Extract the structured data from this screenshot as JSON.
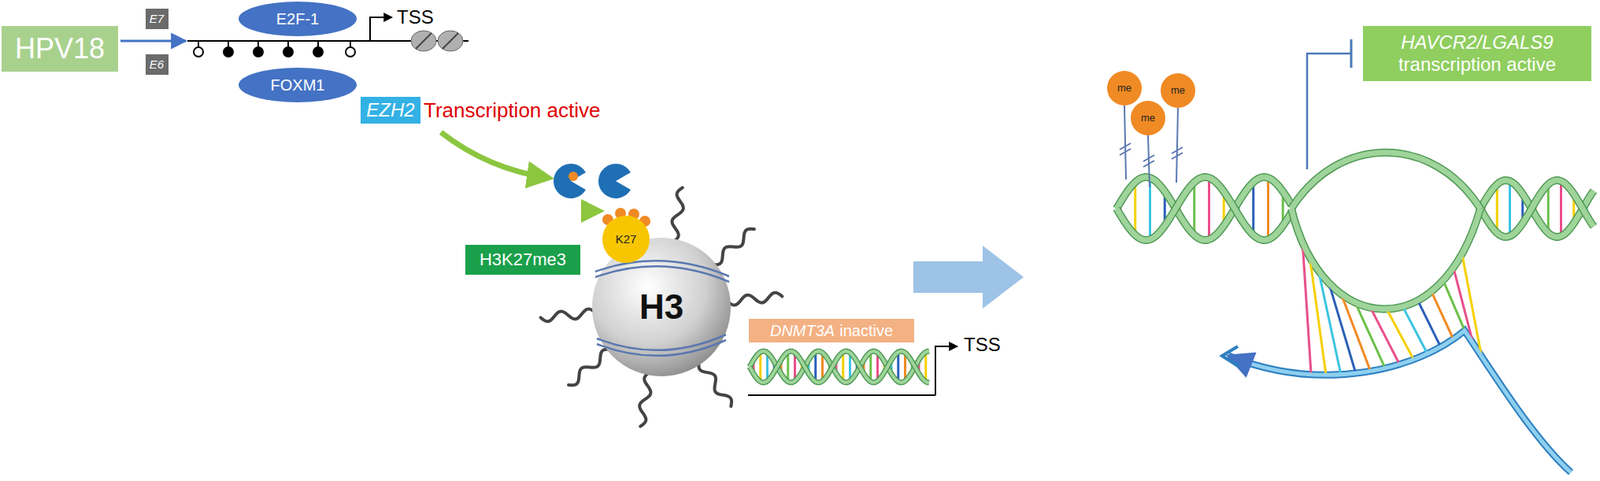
{
  "diagram": {
    "nodes": [
      {
        "text": [
          "HPV18"
        ]
      },
      {
        "text": [
          "E7"
        ]
      },
      {
        "text": [
          "E6"
        ]
      },
      {
        "text": [
          "E2F-1"
        ]
      },
      {
        "text": [
          "FOXM1"
        ]
      },
      {
        "text": [
          "EZH2"
        ]
      },
      {
        "text": [
          "H3K27me3"
        ]
      },
      {
        "text": [
          "K27"
        ]
      },
      {
        "text": [
          "H3"
        ]
      },
      {
        "text": [
          "DNMT3A",
          "inactive"
        ]
      },
      {
        "text": [
          "me"
        ]
      },
      {
        "text": [
          "me"
        ]
      },
      {
        "text": [
          "me"
        ]
      },
      {
        "text": [
          "HAVCR2/LGALS9",
          "transcription active"
        ]
      }
    ],
    "labels": [
      "TSS",
      "Transcription active",
      "TSS"
    ]
  }
}
